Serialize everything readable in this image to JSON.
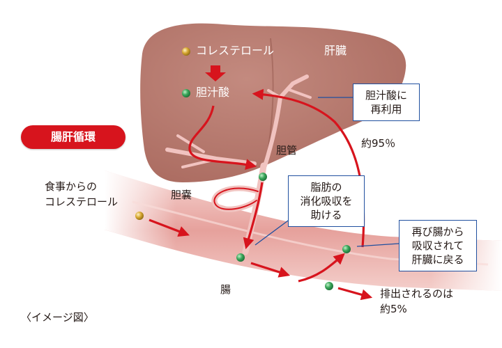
{
  "title_tag": "腸肝循環",
  "liver": {
    "label": "肝臓",
    "cholesterol": "コレステロール",
    "bile_acid": "胆汁酸"
  },
  "labels": {
    "bile_duct": "胆管",
    "gallbladder": "胆嚢",
    "intestine": "腸",
    "dietary_line1": "食事からの",
    "dietary_line2": "コレステロール",
    "percent_95": "約95％",
    "excreted_line1": "排出されるのは",
    "excreted_line2": "約5%",
    "image_note": "〈イメージ図〉"
  },
  "callouts": {
    "reuse": [
      "胆汁酸に",
      "再利用"
    ],
    "fat": [
      "脂肪の",
      "消化吸収を",
      "助ける"
    ],
    "reabsorb": [
      "再び腸から",
      "吸収されて",
      "肝臓に戻る"
    ]
  },
  "colors": {
    "liver": "#b67b70",
    "arrow": "#d7141d",
    "callout_border": "#1f4f9f",
    "intestine": "#e8a8a4",
    "bile_dot": "#3aa65a",
    "cholesterol_dot": "#d8a933"
  }
}
